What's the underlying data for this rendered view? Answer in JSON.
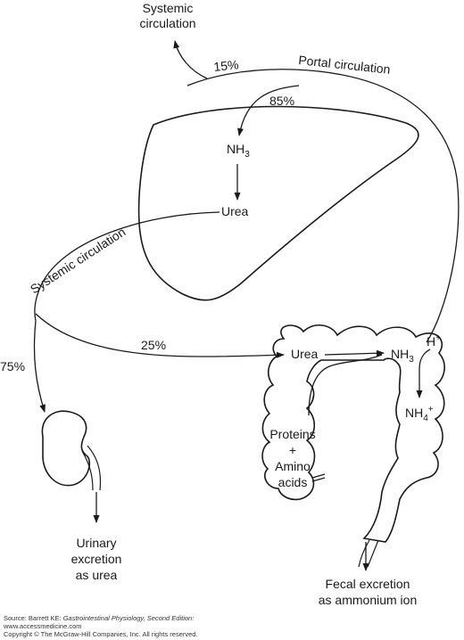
{
  "labels": {
    "systemic_circulation_top": [
      "Systemic",
      "circulation"
    ],
    "portal_circulation": "Portal circulation",
    "pct_15": "15%",
    "pct_85": "85%",
    "nh3_liver": "NH",
    "nh3_liver_sub": "3",
    "urea_liver": "Urea",
    "systemic_circulation_left": "Systemic circulation",
    "pct_25": "25%",
    "pct_75": "75%",
    "urea_colon": "Urea",
    "nh3_colon": "NH",
    "nh3_colon_sub": "3",
    "h_plus": "H",
    "h_plus_sup": "+",
    "nh4": "NH",
    "nh4_sub": "4",
    "nh4_sup": "+",
    "proteins": [
      "Proteins",
      "+",
      "Amino",
      "acids"
    ],
    "urinary": [
      "Urinary",
      "excretion",
      "as urea"
    ],
    "fecal": [
      "Fecal excretion",
      "as ammonium ion"
    ]
  },
  "source": {
    "line1_prefix": "Source: Barrett KE: ",
    "line1_title": "Gastrointestinal Physiology, Second Edition:",
    "line2": "www.accessmedicine.com",
    "line3": "Copyright © The McGraw-Hill Companies, Inc. All rights reserved."
  }
}
